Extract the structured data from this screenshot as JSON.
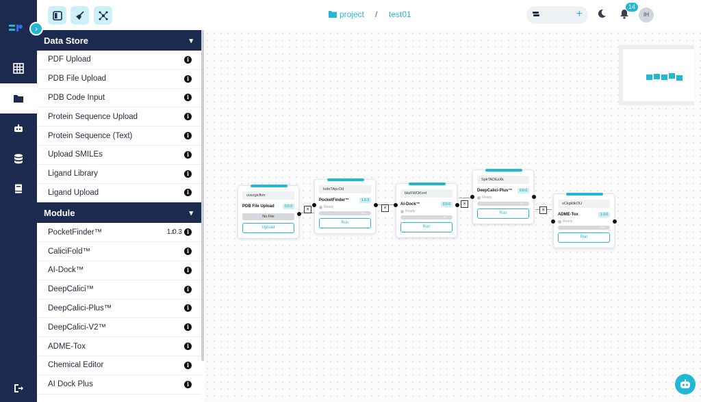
{
  "breadcrumb": {
    "project": "project",
    "separator": "/",
    "name": "test01"
  },
  "notifications": {
    "count": "14"
  },
  "user": {
    "initials": "IH"
  },
  "data_store": {
    "title": "Data Store",
    "items": [
      "PDF Upload",
      "PDB File Upload",
      "PDB Code Input",
      "Protein Sequence Upload",
      "Protein Sequence (Text)",
      "Upload SMILEs",
      "Ligand Library",
      "Ligand Upload"
    ]
  },
  "module": {
    "title": "Module",
    "pocketfinder_version": "1.0.3",
    "items": [
      "PocketFinder™",
      "CaliciFold™",
      "AI-Dock™",
      "DeepCalici™",
      "DeepCalici-Plus™",
      "DeepCalici-V2™",
      "ADME-Tox",
      "Chemical Editor",
      "AI Dock Plus"
    ]
  },
  "nodes": [
    {
      "id": "uvezgicfkm",
      "title": "PDB File Upload",
      "version": "0.0.0",
      "file": "No File",
      "button": "Upload"
    },
    {
      "id": "tvdeTApcOd",
      "title": "PocketFinder™",
      "version": "1.0.3",
      "status": "Ready",
      "progress": "0%",
      "button": "Run"
    },
    {
      "id": "tHzFWOKvnf",
      "title": "AI-Dock™",
      "version": "0.0.0",
      "status": "Ready",
      "progress": "0%",
      "button": "Run"
    },
    {
      "id": "SpkTADEzXk",
      "title": "DeepCalici-Plus™",
      "version": "0.0.0",
      "status": "Ready",
      "progress": "0%",
      "button": "Run"
    },
    {
      "id": "sCkgkIikOU",
      "title": "ADME-Tox",
      "version": "1.0.0",
      "status": "Ready",
      "progress": "0%",
      "button": "Run"
    }
  ],
  "edge_delete": "×",
  "colors": {
    "navy": "#1b2a4e",
    "accent": "#22b8d4"
  }
}
